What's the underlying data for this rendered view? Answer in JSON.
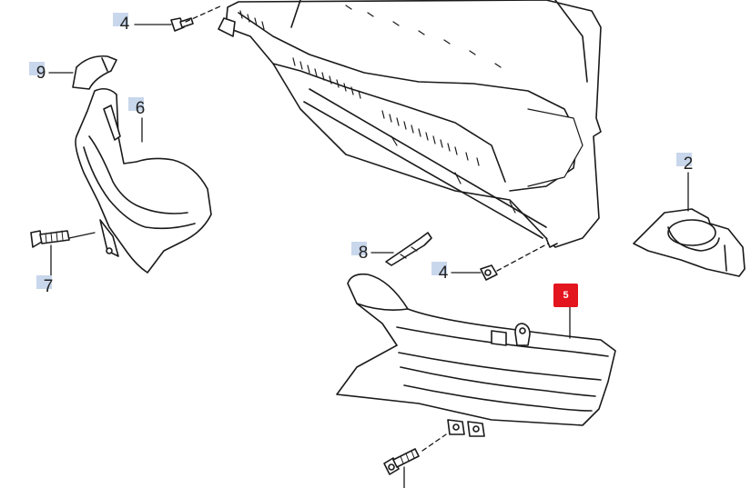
{
  "callouts": [
    {
      "id": "4a",
      "label": "4",
      "active": false
    },
    {
      "id": "9",
      "label": "9",
      "active": false
    },
    {
      "id": "6",
      "label": "6",
      "active": false
    },
    {
      "id": "7",
      "label": "7",
      "active": false
    },
    {
      "id": "8",
      "label": "8",
      "active": false
    },
    {
      "id": "4b",
      "label": "4",
      "active": false
    },
    {
      "id": "2",
      "label": "2",
      "active": false
    },
    {
      "id": "5",
      "label": "5",
      "active": true
    }
  ],
  "colors": {
    "line": "#1a1a1a",
    "tag_highlight": "#c9d7ec",
    "active_badge": "#e3151f",
    "background": "#ffffff"
  }
}
